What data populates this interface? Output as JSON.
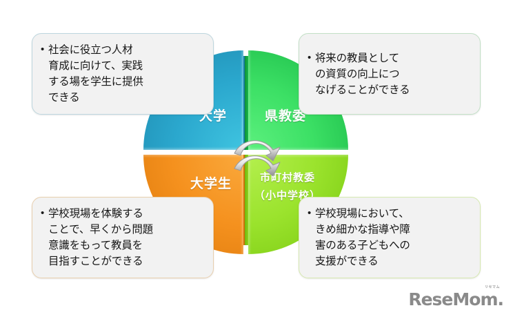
{
  "diagram": {
    "type": "cycle-matrix",
    "title_present": false,
    "center": {
      "arrow_top": "clockwise-arc-arrow-right",
      "arrow_bottom": "clockwise-arc-arrow-left"
    },
    "quadrants": [
      {
        "id": "top-left",
        "label": "大学",
        "color": "#2BA8CE",
        "callout": "社会に役立つ人材\n育成に向けて、実践\nする場を学生に提供\nできる",
        "callout_border": "#BDD6DE"
      },
      {
        "id": "top-right",
        "label": "県教委",
        "color": "#3CE065",
        "callout": "将来の教員として\nの資質の向上につ\nなげることができる",
        "callout_border": "#C2E0C6"
      },
      {
        "id": "bottom-left",
        "label": "大学生",
        "color": "#F5911E",
        "callout": "学校現場を体験する\nことで、早くから問題\n意識をもって教員を\n目指すことができる",
        "callout_border": "#E8CFAE"
      },
      {
        "id": "bottom-right",
        "label": "市町村教委\n（小中学校）",
        "color": "#9BE32D",
        "callout": "学校現場において、\nきめ細かな指導や障\n害のある子どもへの\n支援ができる",
        "callout_border": "#D6E9B0"
      }
    ],
    "bullet_glyph": "•"
  },
  "watermark": {
    "text_1": "Rese",
    "text_2": "M",
    "text_3": "om",
    "period": ".",
    "ruby": "リセマム",
    "color": "#8A8A8A"
  }
}
